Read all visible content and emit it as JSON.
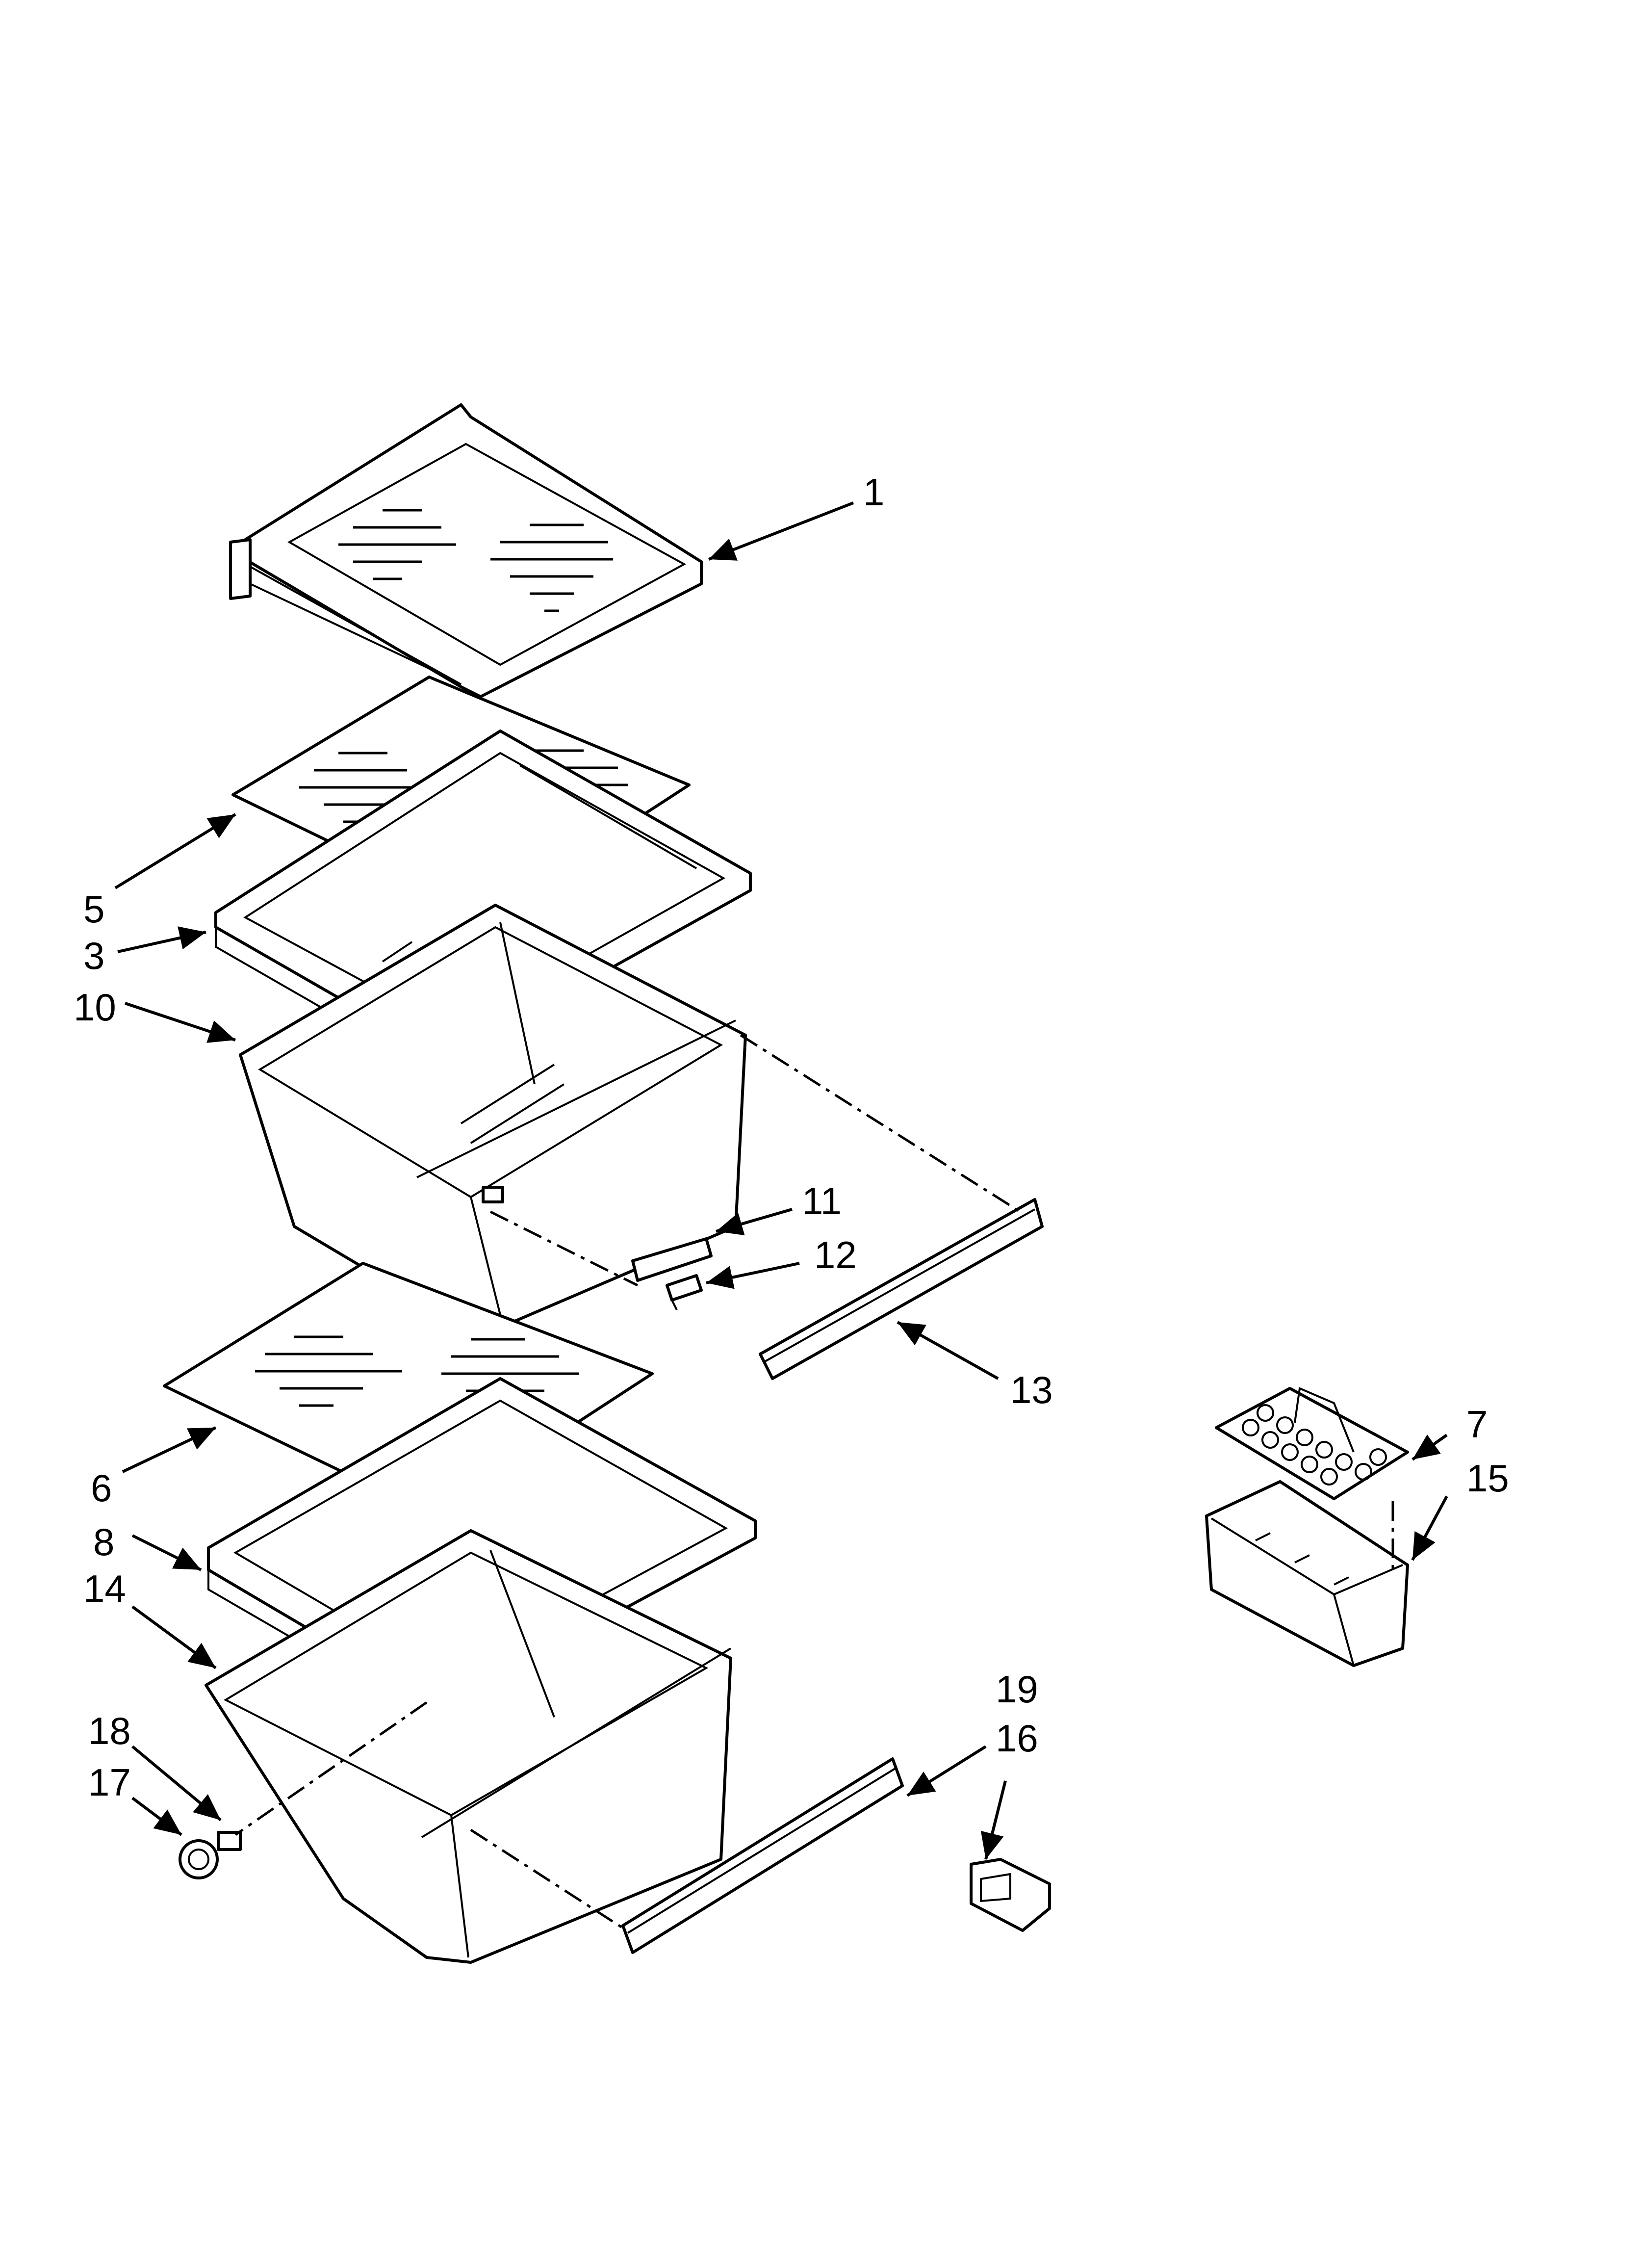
{
  "diagram": {
    "type": "exploded-parts-view",
    "callouts": [
      {
        "id": "1",
        "label": "1"
      },
      {
        "id": "3",
        "label": "3"
      },
      {
        "id": "5",
        "label": "5"
      },
      {
        "id": "6",
        "label": "6"
      },
      {
        "id": "7",
        "label": "7"
      },
      {
        "id": "8",
        "label": "8"
      },
      {
        "id": "10",
        "label": "10"
      },
      {
        "id": "11",
        "label": "11"
      },
      {
        "id": "12",
        "label": "12"
      },
      {
        "id": "13",
        "label": "13"
      },
      {
        "id": "14",
        "label": "14"
      },
      {
        "id": "15",
        "label": "15"
      },
      {
        "id": "16",
        "label": "16"
      },
      {
        "id": "17",
        "label": "17"
      },
      {
        "id": "18",
        "label": "18"
      },
      {
        "id": "19",
        "label": "19"
      }
    ]
  }
}
